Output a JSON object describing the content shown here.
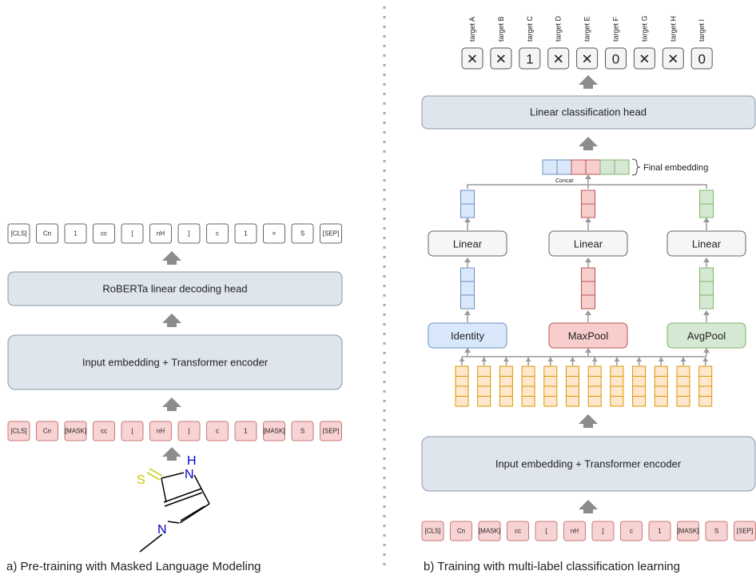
{
  "pretraining": {
    "output_tokens": [
      "[CLS]",
      "Cn",
      "1",
      "cc",
      "[",
      "nH",
      "]",
      "c",
      "1",
      "=",
      "S",
      "[SEP]"
    ],
    "decoding_head_label": "RoBERTa linear decoding head",
    "encoder_label": "Input embedding + Transformer encoder",
    "input_tokens": [
      "[CLS]",
      "Cn",
      "[MASK]",
      "cc",
      "[",
      "nH",
      "]",
      "c",
      "1",
      "[MASK]",
      "S",
      "[SEP]"
    ],
    "molecule": {
      "atom_s": "S",
      "atom_n1": "N",
      "atom_n2": "N",
      "atom_h": "H"
    },
    "caption": "a) Pre-training with Masked Language Modeling"
  },
  "finetuning": {
    "targets": [
      {
        "label": "target A",
        "value": "✕"
      },
      {
        "label": "target B",
        "value": "✕"
      },
      {
        "label": "target C",
        "value": "1"
      },
      {
        "label": "target D",
        "value": "✕"
      },
      {
        "label": "target E",
        "value": "✕"
      },
      {
        "label": "target F",
        "value": "0"
      },
      {
        "label": "target G",
        "value": "✕"
      },
      {
        "label": "target H",
        "value": "✕"
      },
      {
        "label": "target I",
        "value": "0"
      }
    ],
    "classification_head_label": "Linear classification head",
    "final_embedding_label": "Final embedding",
    "concat_label": "Concat",
    "linear_labels": [
      "Linear",
      "Linear",
      "Linear"
    ],
    "pool_labels": [
      "Identity",
      "MaxPool",
      "AvgPool"
    ],
    "encoder_label": "Input embedding + Transformer encoder",
    "input_tokens": [
      "[CLS]",
      "Cn",
      "[MASK]",
      "cc",
      "[",
      "nH",
      "]",
      "c",
      "1",
      "[MASK]",
      "S",
      "[SEP]"
    ],
    "caption": "b) Training with multi-label classification learning"
  },
  "colors": {
    "identity": "#dae8fc",
    "maxpool": "#f8cecc",
    "avgpool": "#d5e8d4",
    "token_embedding": "#ffe6cc",
    "masked_token": "#f8d3d3",
    "block": "#dfe5ec"
  }
}
